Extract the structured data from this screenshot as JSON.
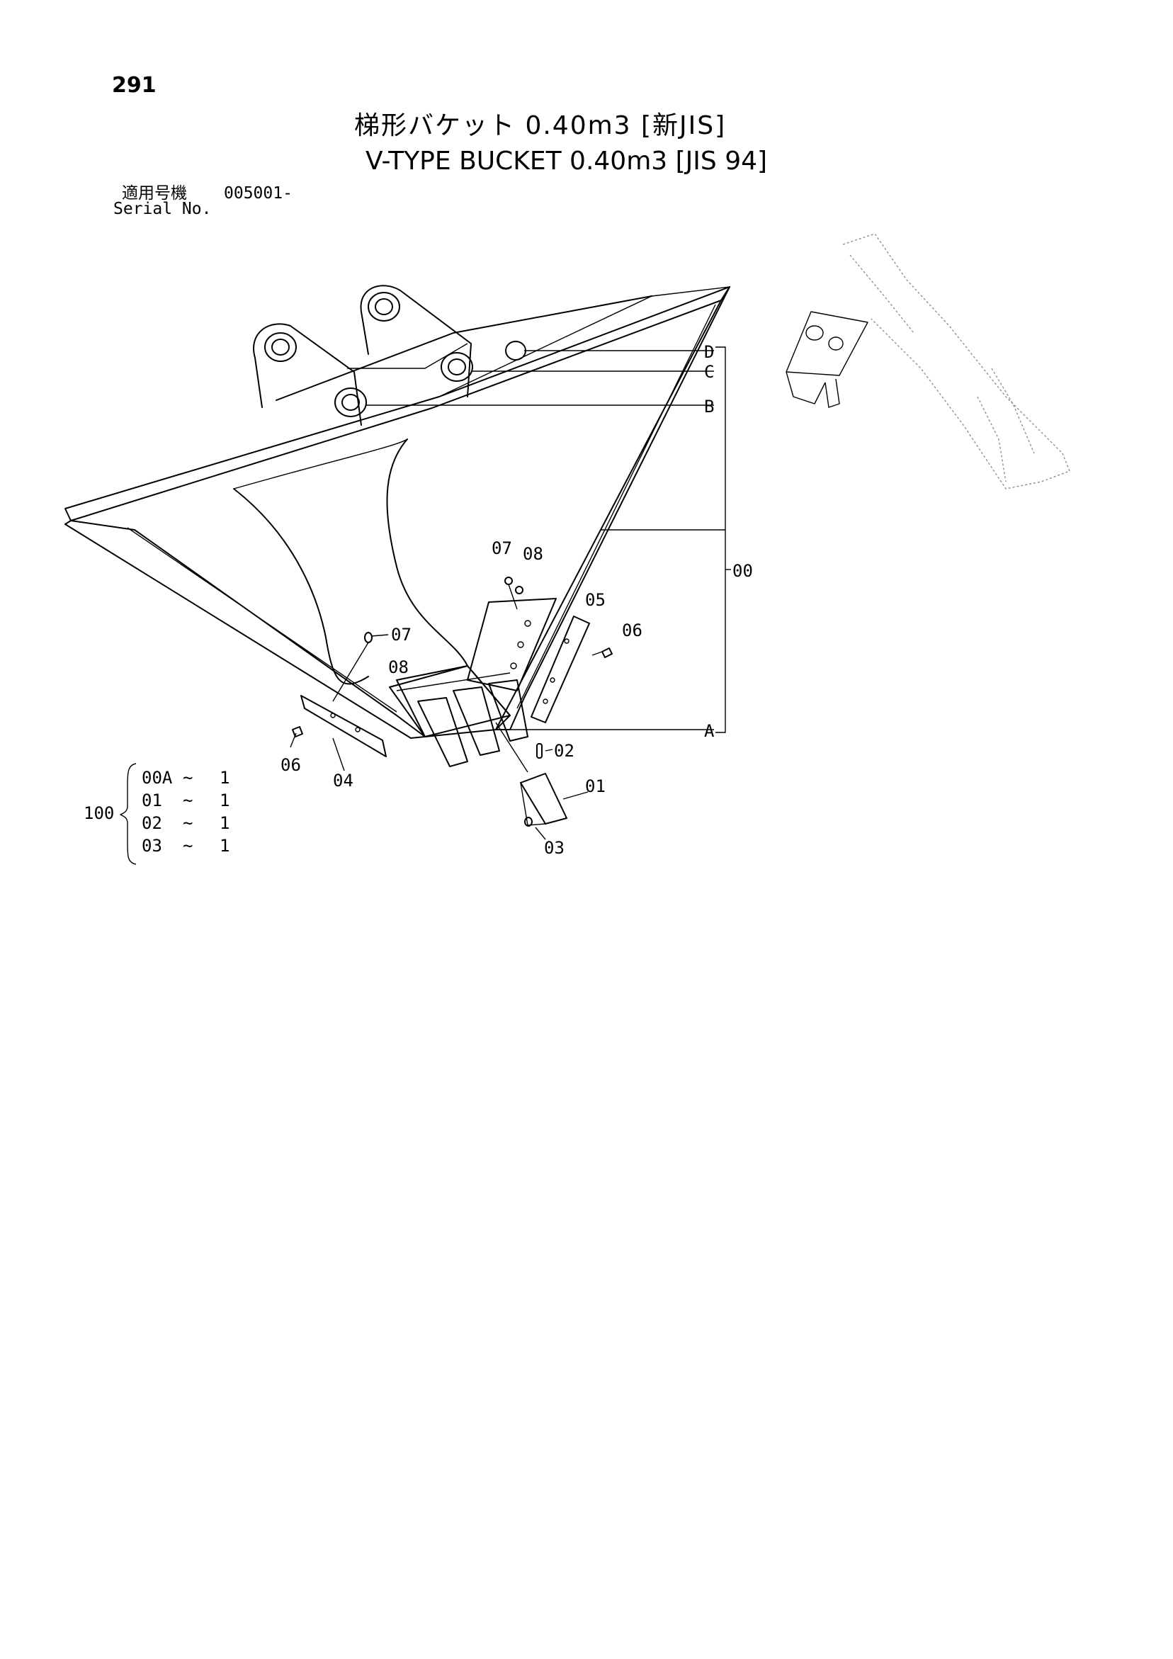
{
  "page": {
    "number": "291",
    "title_jp": "梯形バケット 0.40m3 [新JIS]",
    "title_en": "V-TYPE BUCKET 0.40m3 [JIS 94]",
    "serial_label_jp": "適用号機",
    "serial_value": "005001-",
    "serial_label_en": "Serial No."
  },
  "callouts": {
    "d": "D",
    "c": "C",
    "b": "B",
    "a": "A",
    "p00": "00",
    "p01": "01",
    "p02": "02",
    "p03": "03",
    "p04": "04",
    "p05": "05",
    "p06_right": "06",
    "p06_left": "06",
    "p07_top": "07",
    "p08_top": "08",
    "p07_left": "07",
    "p08_left": "08"
  },
  "kit": {
    "label": "100",
    "items": [
      {
        "part": "00A",
        "sep": "~",
        "qty": "1"
      },
      {
        "part": "01",
        "sep": "~",
        "qty": "1"
      },
      {
        "part": "02",
        "sep": "~",
        "qty": "1"
      },
      {
        "part": "03",
        "sep": "~",
        "qty": "1"
      }
    ]
  }
}
